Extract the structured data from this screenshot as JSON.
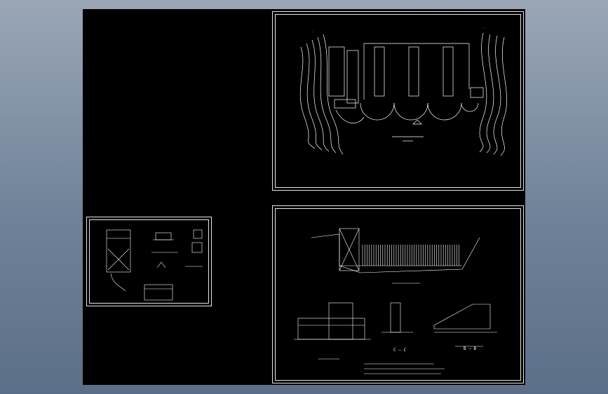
{
  "viewer": {
    "background_color": "#7e8ea3",
    "canvas_color": "#000000",
    "line_color": "#ffffff"
  },
  "sheets": [
    {
      "id": "plan",
      "caption": "",
      "scale": ""
    },
    {
      "id": "detail",
      "caption": "",
      "scale": ""
    },
    {
      "id": "sections",
      "caption": "",
      "scale": ""
    }
  ],
  "labels": {
    "section_c": "C — C",
    "section_b": "B — B"
  }
}
